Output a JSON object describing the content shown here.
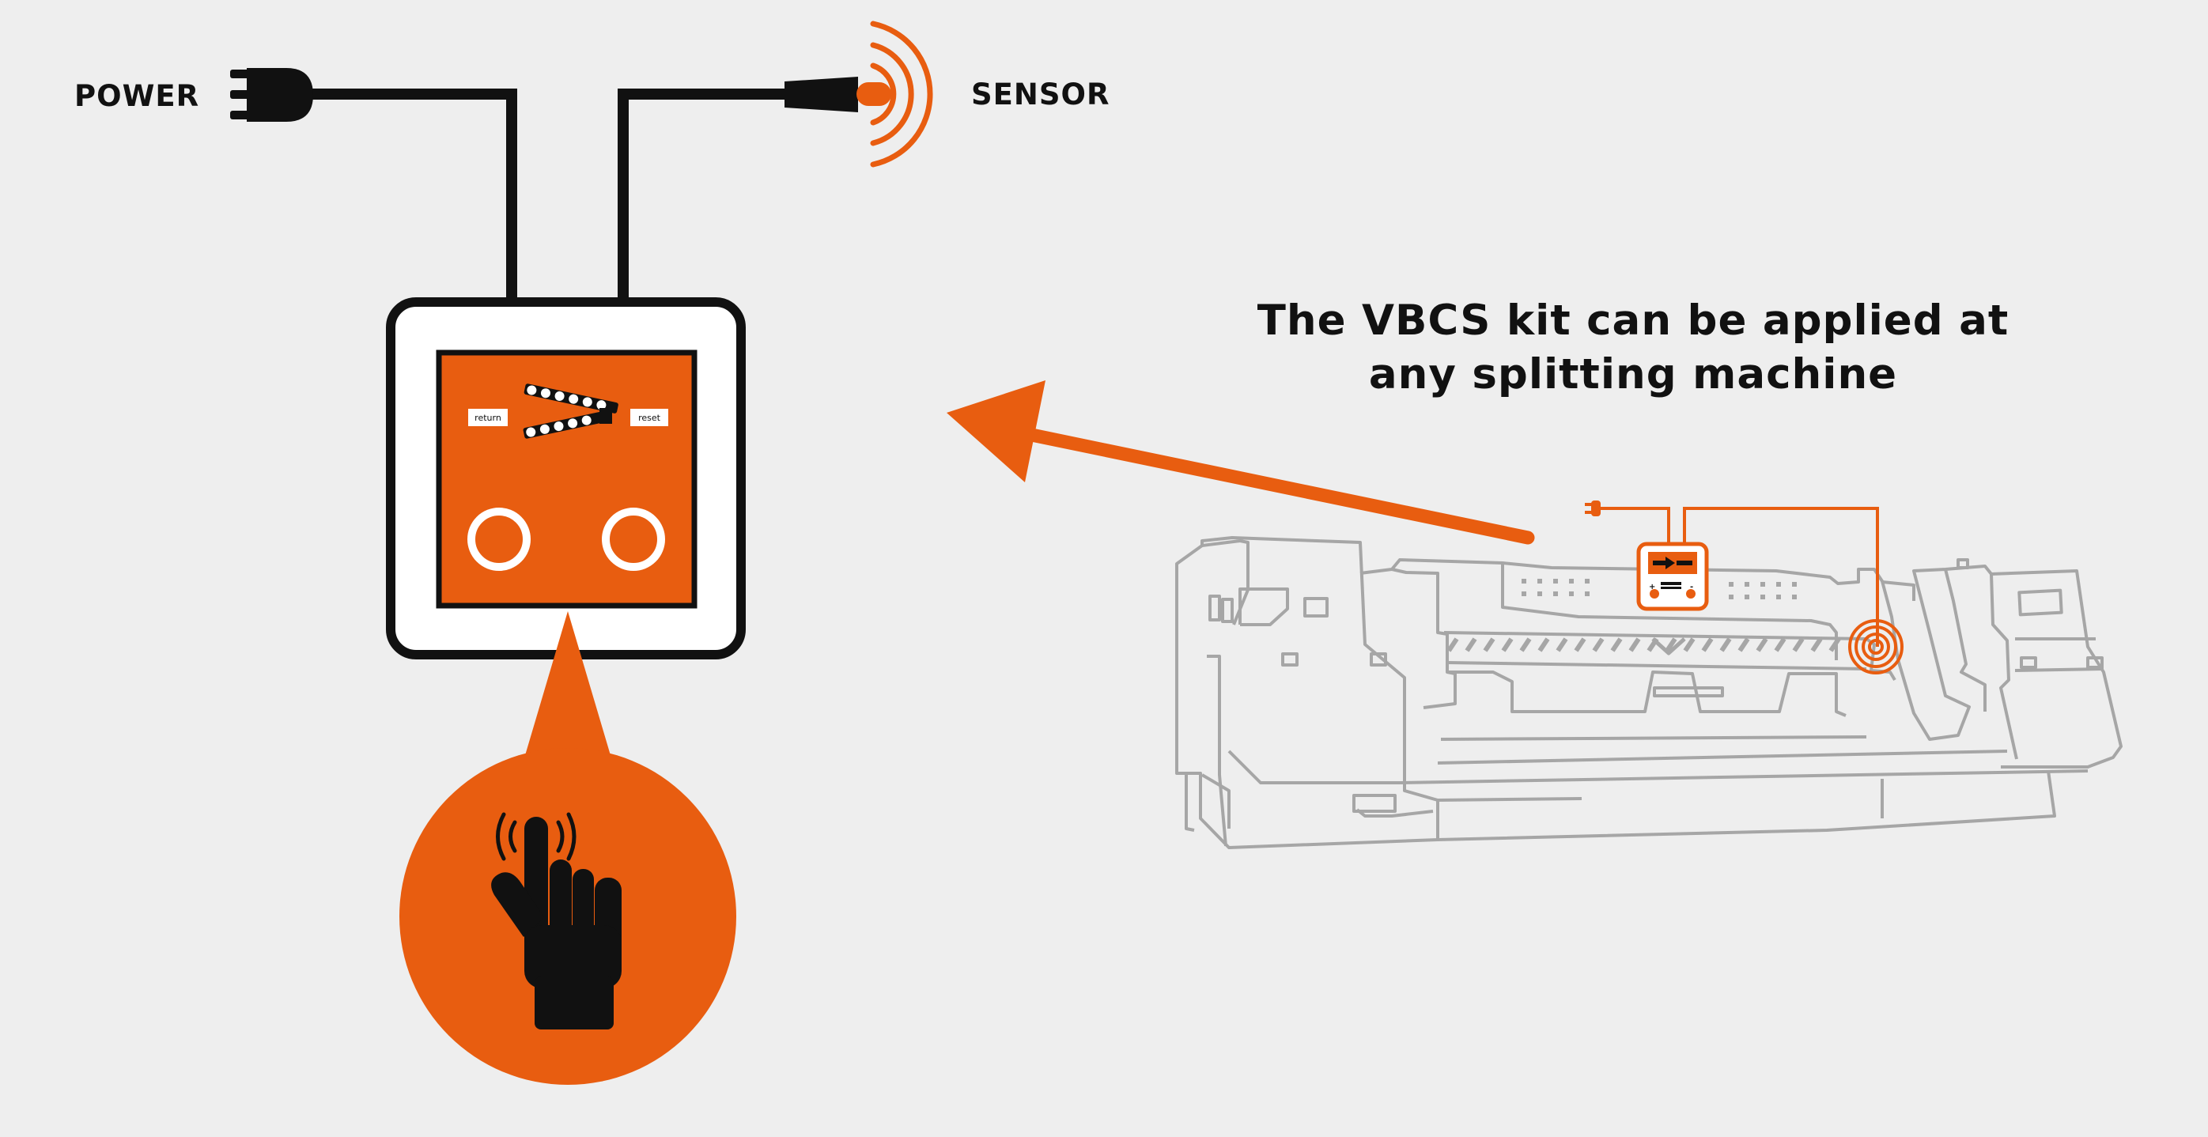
{
  "labels": {
    "power": "POWER",
    "sensor": "SENSOR",
    "headline_line1": "The VBCS kit can be applied at",
    "headline_line2": "any splitting machine"
  },
  "panel": {
    "return_label": "return",
    "reset_label": "reset"
  },
  "icons": {
    "plug": "power-plug-icon",
    "sensor": "sensor-waves-icon",
    "hand": "hand-touch-icon",
    "arrow": "arrow-left-icon",
    "machine": "splitting-machine-illustration"
  },
  "colors": {
    "accent": "#e85d10",
    "line": "#111111",
    "machine_outline": "#a6a6a6",
    "background": "#eeeeee"
  }
}
